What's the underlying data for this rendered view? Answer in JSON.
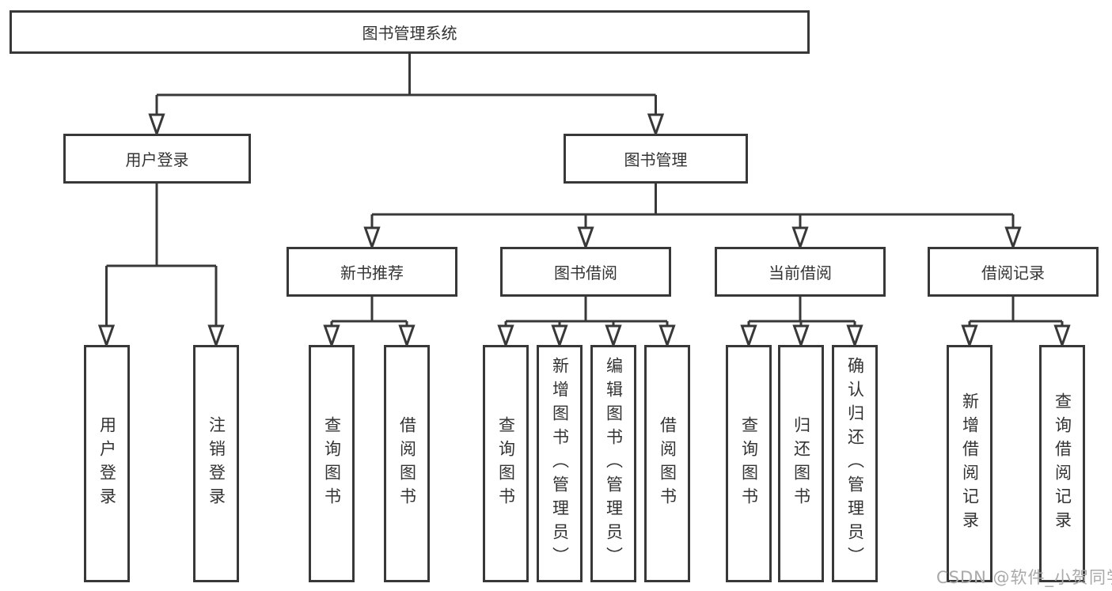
{
  "title": "图书管理系统",
  "watermark": "CSDN @软件_小贺同学",
  "colors": {
    "line": "#383838",
    "text": "#333333",
    "watermark": "#a9a9a9",
    "background": "#ffffff"
  },
  "tree": {
    "root": {
      "label": "图书管理系统"
    },
    "branches": [
      {
        "label": "用户登录",
        "children": [
          {
            "label": "用户登录"
          },
          {
            "label": "注销登录"
          }
        ]
      },
      {
        "label": "图书管理",
        "children": [
          {
            "label": "新书推荐",
            "children": [
              {
                "label": "查询图书"
              },
              {
                "label": "借阅图书"
              }
            ]
          },
          {
            "label": "图书借阅",
            "children": [
              {
                "label": "查询图书"
              },
              {
                "label": "新增图书（管理员）"
              },
              {
                "label": "编辑图书（管理员）"
              },
              {
                "label": "借阅图书"
              }
            ]
          },
          {
            "label": "当前借阅",
            "children": [
              {
                "label": "查询图书"
              },
              {
                "label": "归还图书"
              },
              {
                "label": "确认归还（管理员）"
              }
            ]
          },
          {
            "label": "借阅记录",
            "children": [
              {
                "label": "新增借阅记录"
              },
              {
                "label": "查询借阅记录"
              }
            ]
          }
        ]
      }
    ]
  }
}
